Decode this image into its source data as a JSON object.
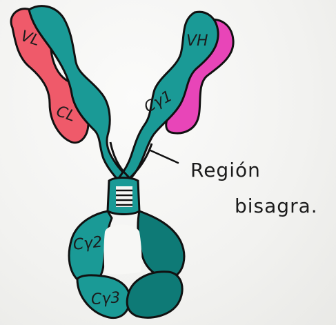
{
  "labels": {
    "vl": "VL",
    "cl": "CL",
    "vh": "VH",
    "cy1": "Cγ1",
    "cy2": "Cγ2",
    "cy3": "Cγ3"
  },
  "annotation": {
    "line1": "Región",
    "line2": "bisagra."
  },
  "colors": {
    "light_chain": "#ef5a6a",
    "heavy_chain": "#1a9a96",
    "heavy_chain_dark": "#0e7a76",
    "vh_domain": "#e845b8",
    "outline": "#111111"
  }
}
